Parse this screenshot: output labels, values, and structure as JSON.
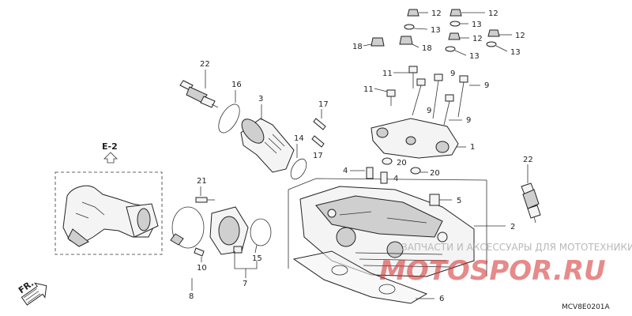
{
  "diagram": {
    "section_ref": "E-2",
    "front_marker": "FR.",
    "catalog_code": "MCV8E0201A",
    "callouts": {
      "c1": "1",
      "c2": "2",
      "c3": "3",
      "c4a": "4",
      "c4b": "4",
      "c5": "5",
      "c6": "6",
      "c7": "7",
      "c8": "8",
      "c9a": "9",
      "c9b": "9",
      "c9c": "9",
      "c9d": "9",
      "c10": "10",
      "c11a": "11",
      "c11b": "11",
      "c12a": "12",
      "c12b": "12",
      "c12c": "12",
      "c12d": "12",
      "c13a": "13",
      "c13b": "13",
      "c13c": "13",
      "c13d": "13",
      "c14": "14",
      "c15": "15",
      "c16": "16",
      "c17a": "17",
      "c17b": "17",
      "c18a": "18",
      "c18b": "18",
      "c20a": "20",
      "c20b": "20",
      "c21": "21",
      "c22a": "22",
      "c22b": "22"
    }
  },
  "watermark": {
    "tagline": "ЗАПЧАСТИ И АКСЕССУАРЫ ДЛЯ МОТОТЕХНИКИ",
    "logo": "MOTOSPOR.RU"
  },
  "colors": {
    "line": "#222222",
    "part_fill": "#f4f4f4",
    "shade": "#cfcfcf",
    "watermark_red": "#d22a2a"
  }
}
